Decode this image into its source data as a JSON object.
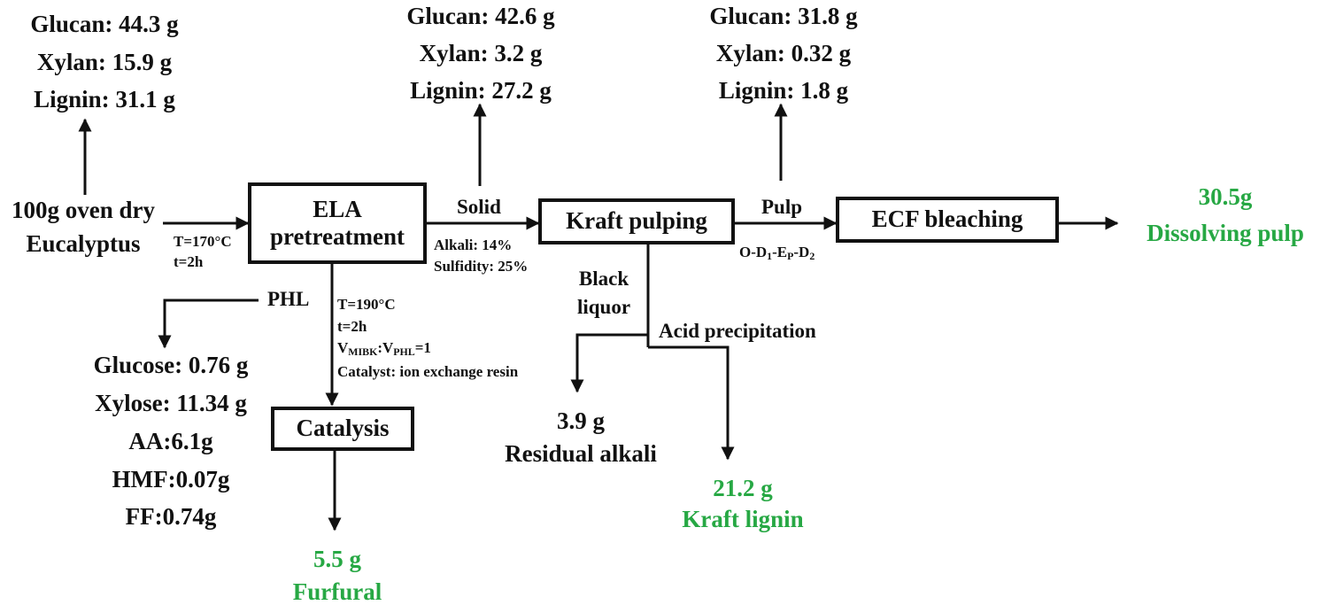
{
  "feed": {
    "composition": [
      "Glucan: 44.3 g",
      "Xylan: 15.9 g",
      "Lignin: 31.1 g"
    ],
    "label_line1": "100g oven dry",
    "label_line2": "Eucalyptus",
    "cond_T": "T=170°C",
    "cond_t": "t=2h"
  },
  "boxes": {
    "ela_line1": "ELA",
    "ela_line2": "pretreatment",
    "kraft": "Kraft pulping",
    "ecf": "ECF bleaching",
    "catalysis": "Catalysis"
  },
  "solid": {
    "composition": [
      "Glucan: 42.6 g",
      "Xylan: 3.2 g",
      "Lignin: 27.2 g"
    ],
    "label": "Solid",
    "alkali": "Alkali: 14%",
    "sulfidity": "Sulfidity: 25%"
  },
  "pulp": {
    "composition": [
      "Glucan: 31.8 g",
      "Xylan: 0.32 g",
      "Lignin: 1.8 g"
    ],
    "label": "Pulp",
    "seq": {
      "o": "O-D",
      "s1": "1",
      "e": "-E",
      "sp": "P",
      "d": "-D",
      "s2": "2"
    }
  },
  "product_pulp": {
    "value": "30.5g",
    "name": "Dissolving pulp"
  },
  "phl": {
    "label": "PHL",
    "composition": [
      "Glucose: 0.76 g",
      "Xylose: 11.34 g",
      "AA:6.1g",
      "HMF:0.07g",
      "FF:0.74g"
    ]
  },
  "catalysis_cond": {
    "T": "T=190°C",
    "t": "t=2h",
    "v_a": "V",
    "v_a_sub": "MIBK",
    "v_mid": ":V",
    "v_b_sub": "PHL",
    "v_end": "=1",
    "catalyst": "Catalyst: ion exchange resin"
  },
  "product_furfural": {
    "value": "5.5 g",
    "name": "Furfural"
  },
  "black_liquor": {
    "line1": "Black",
    "line2": "liquor"
  },
  "acid": "Acid precipitation",
  "residual": {
    "value": "3.9 g",
    "name": "Residual alkali"
  },
  "product_lignin": {
    "value": "21.2 g",
    "name": "Kraft lignin"
  },
  "colors": {
    "product_green": "#27a844",
    "line": "#111111"
  }
}
